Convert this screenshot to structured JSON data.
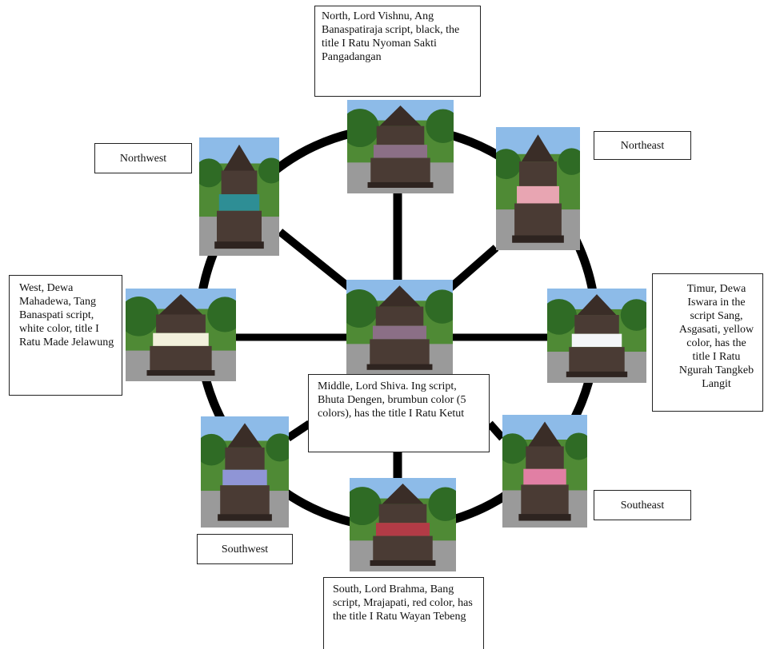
{
  "labels": {
    "north": "North, Lord Vishnu, Ang Banaspatiraja script, black, the title I Ratu Nyoman Sakti Pangadangan",
    "northwest": "Northwest",
    "northeast": "Northeast",
    "west": "West, Dewa Mahadewa, Tang Banaspati script, white color, title I Ratu Made Jelawung",
    "east": "Timur, Dewa Iswara in the script Sang, Asgasati, yellow color, has the title I Ratu Ngurah Tangkeb Langit",
    "middle": "Middle, Lord Shiva. Ing script, Bhuta Dengen, brumbun color (5 colors), has the title I Ratu Ketut",
    "southwest": "Southwest",
    "southeast": "Southeast",
    "south": "South, Lord Brahma, Bang script, Mrajapati, red color, has the title I Ratu Wayan Tebeng"
  },
  "colors": {
    "wheel": "#000000",
    "shrine_body": "#4a3b34",
    "shrine_roof": "#3a2d27",
    "sky": "#8dbbe8",
    "grass": "#4f8a35",
    "cloth_northwest": "#2e8e95",
    "cloth_northeast": "#e8a5b2",
    "cloth_west": "#f2f0dc",
    "cloth_east": "#f4f6f8",
    "cloth_southwest": "#8f95d6",
    "cloth_southeast": "#e17fa4",
    "cloth_south": "#b23b46",
    "cloth_north": "#8b6f86"
  },
  "photos": [
    {
      "id": "photo-north",
      "depicts": "north-shrine-photo",
      "cloth": "cloth_north"
    },
    {
      "id": "photo-northwest",
      "depicts": "northwest-shrine-photo",
      "cloth": "cloth_northwest"
    },
    {
      "id": "photo-northeast",
      "depicts": "northeast-shrine-photo",
      "cloth": "cloth_northeast"
    },
    {
      "id": "photo-west",
      "depicts": "west-shrine-photo",
      "cloth": "cloth_west"
    },
    {
      "id": "photo-middle",
      "depicts": "middle-pavilion-photo",
      "cloth": "cloth_north"
    },
    {
      "id": "photo-east",
      "depicts": "east-shrine-photo",
      "cloth": "cloth_east"
    },
    {
      "id": "photo-southwest",
      "depicts": "southwest-shrine-photo",
      "cloth": "cloth_southwest"
    },
    {
      "id": "photo-south",
      "depicts": "south-shrine-photo",
      "cloth": "cloth_south"
    },
    {
      "id": "photo-southeast",
      "depicts": "southeast-shrine-photo",
      "cloth": "cloth_southeast"
    }
  ]
}
